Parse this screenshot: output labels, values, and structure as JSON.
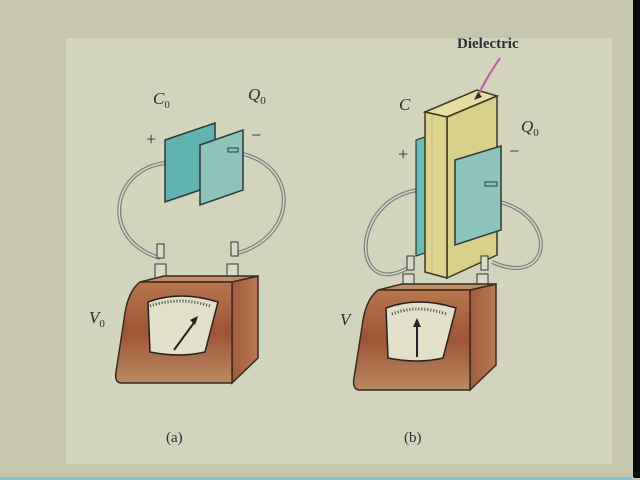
{
  "figure": {
    "panel_a": {
      "caption": "(a)",
      "capacitor_label": "C",
      "capacitor_subscript": "0",
      "charge_label": "Q",
      "charge_subscript": "0",
      "voltage_label": "V",
      "voltage_subscript": "0",
      "plus_sign": "+",
      "minus_sign": "−",
      "meter_needle": "deflected right (larger voltage)"
    },
    "panel_b": {
      "caption": "(b)",
      "capacitor_label": "C",
      "charge_label": "Q",
      "charge_subscript": "0",
      "voltage_label": "V",
      "plus_sign": "+",
      "minus_sign": "−",
      "dielectric_label": "Dielectric",
      "meter_needle": "near center (smaller voltage)"
    }
  },
  "colors": {
    "background": "#c5c6ab",
    "panel": "#d2d4bb",
    "plate": "#5fb3b0",
    "plate_light": "#8cc4bc",
    "dielectric": "#d8cf88",
    "meter_body": "#a5663f",
    "meter_face": "#e2e0c8",
    "wire": "#7b8581",
    "ink": "#2a2f35"
  }
}
